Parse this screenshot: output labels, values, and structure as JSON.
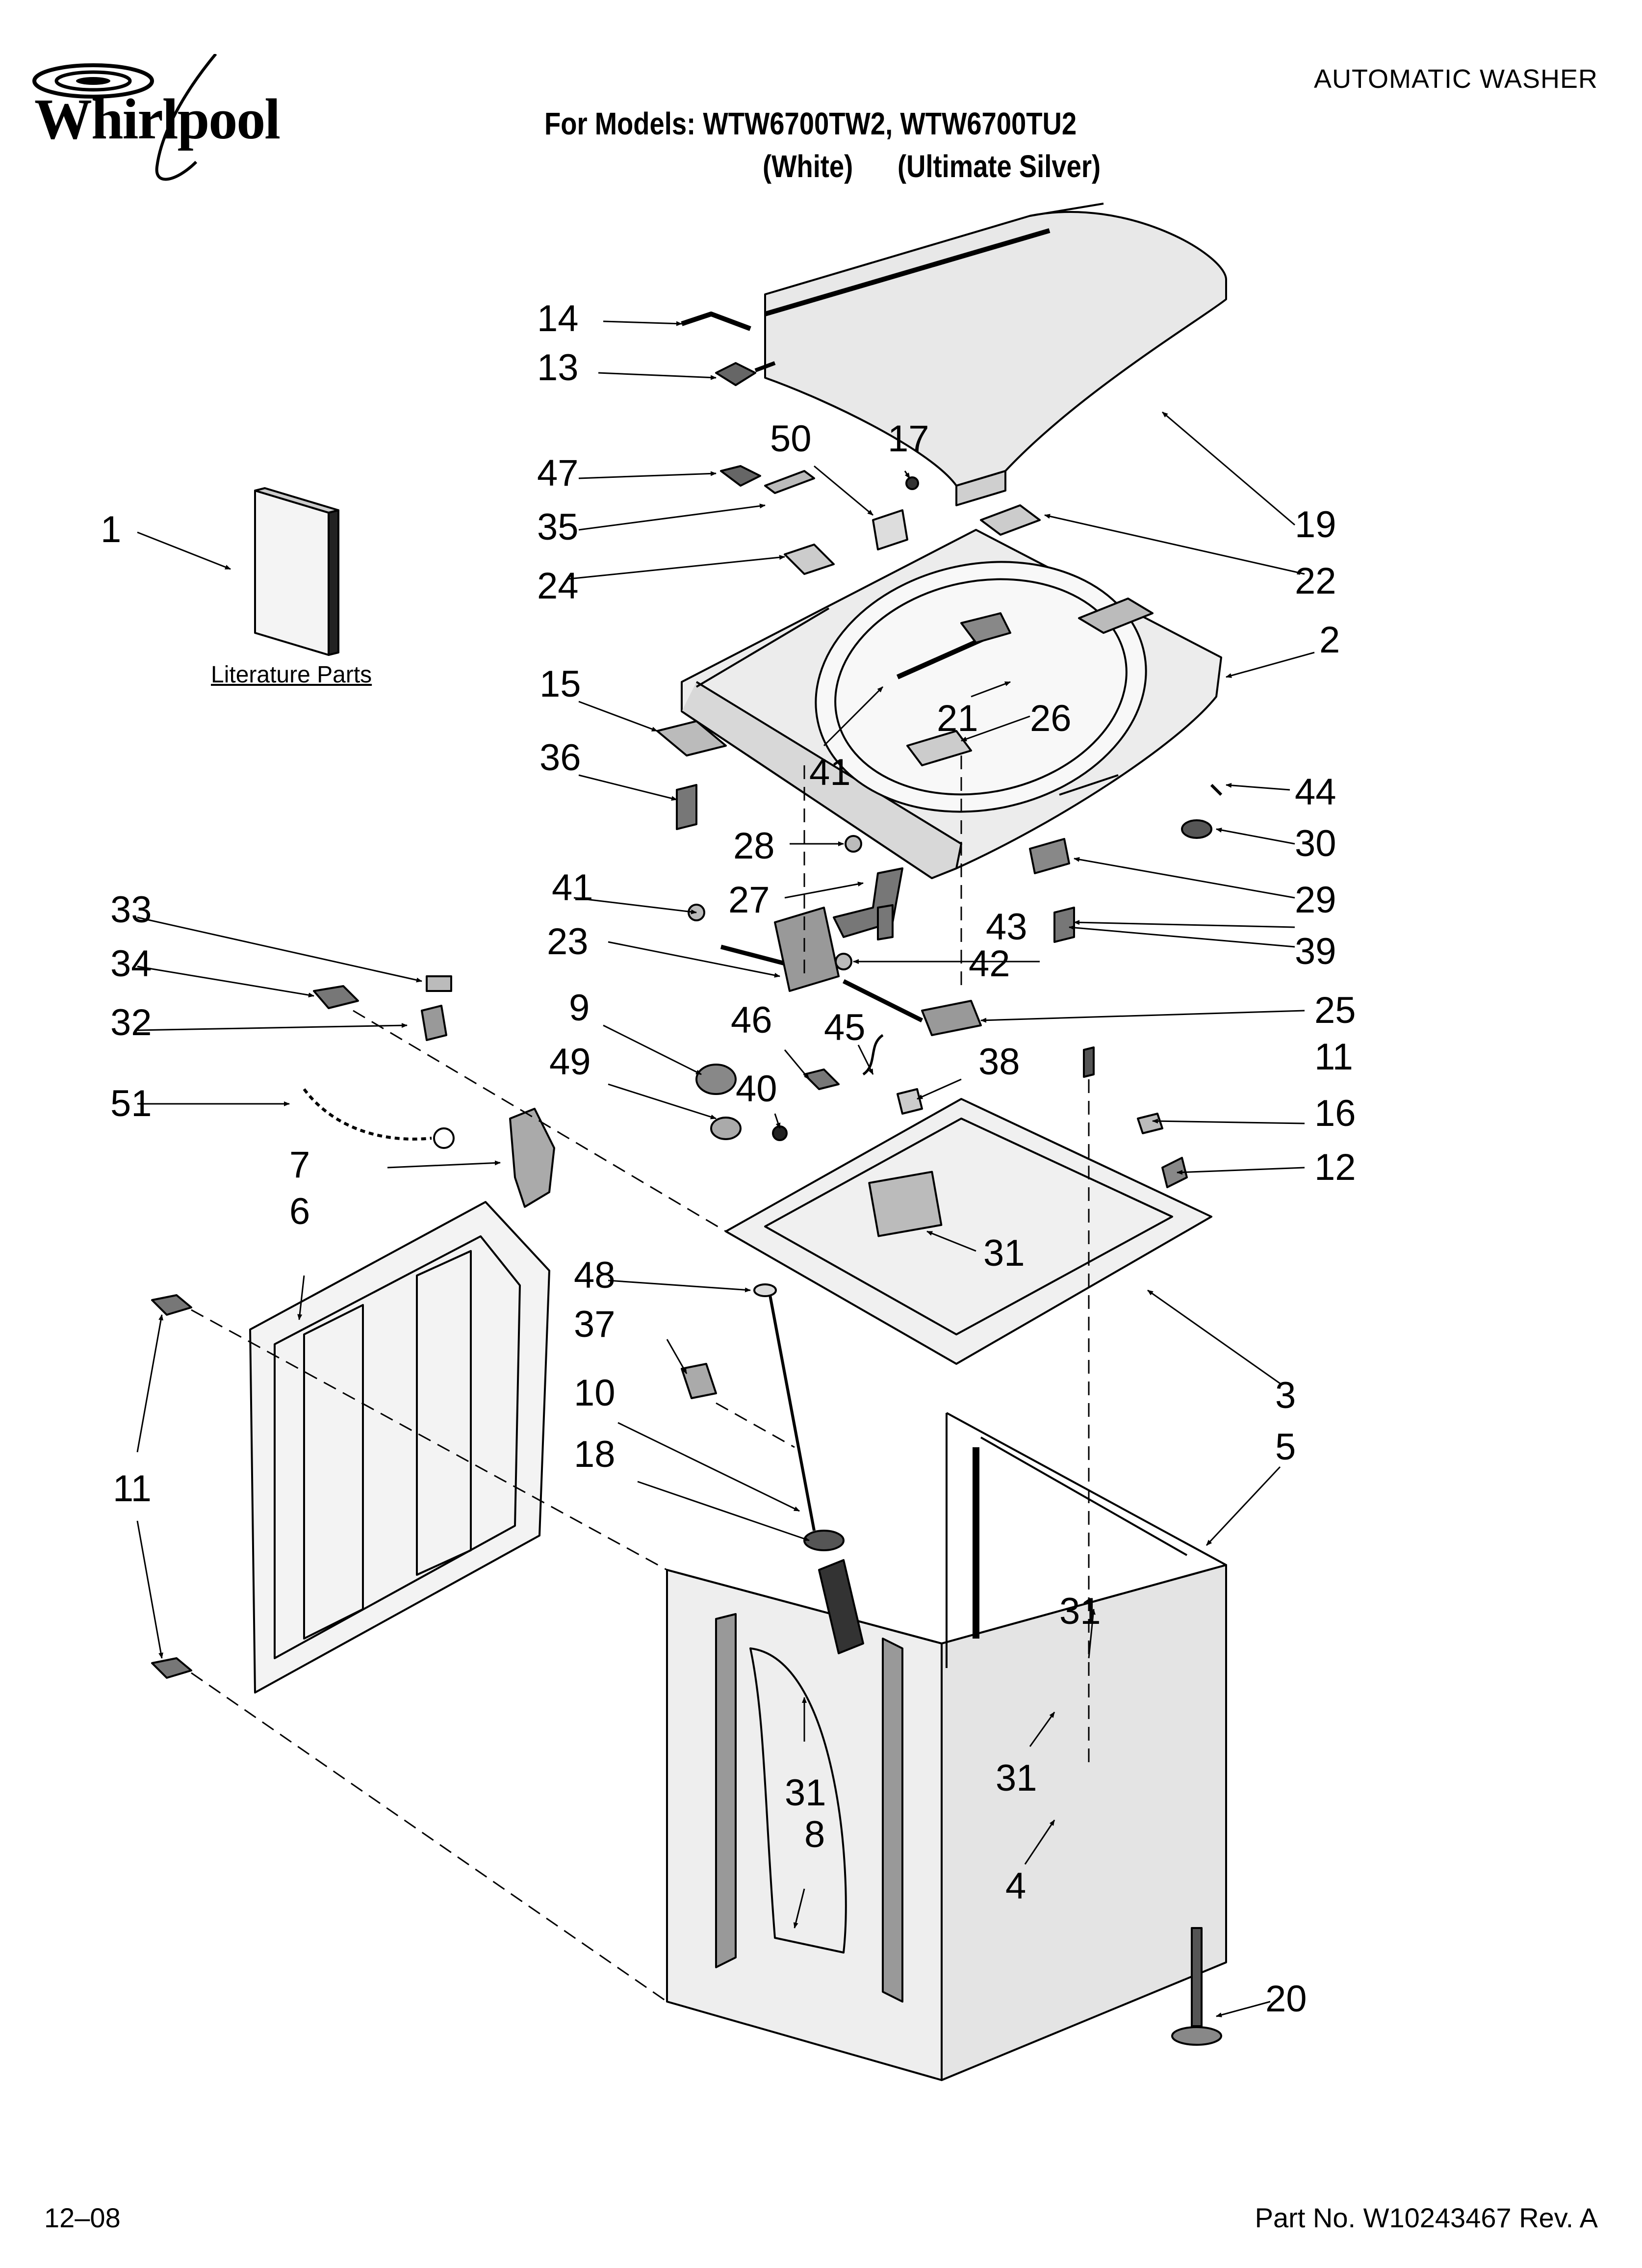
{
  "header": {
    "brand": "Whirlpool",
    "document_type": "AUTOMATIC WASHER",
    "models_line": "For Models: WTW6700TW2, WTW6700TU2",
    "variants_line": "(White)      (Ultimate Silver)"
  },
  "literature": {
    "label": "Literature Parts"
  },
  "footer": {
    "date": "12–08",
    "part_number": "Part No. W10243467 Rev. A"
  },
  "callouts": {
    "c1": "1",
    "c2": "2",
    "c3": "3",
    "c4": "4",
    "c5": "5",
    "c6": "6",
    "c7": "7",
    "c8": "8",
    "c9": "9",
    "c10": "10",
    "c11a": "11",
    "c11b": "11",
    "c12": "12",
    "c13": "13",
    "c14": "14",
    "c15": "15",
    "c16": "16",
    "c17": "17",
    "c18": "18",
    "c19": "19",
    "c20": "20",
    "c21": "21",
    "c22": "22",
    "c23": "23",
    "c24": "24",
    "c25": "25",
    "c26": "26",
    "c27": "27",
    "c28": "28",
    "c29": "29",
    "c30": "30",
    "c31a": "31",
    "c31b": "31",
    "c31c": "31",
    "c31d": "31",
    "c32": "32",
    "c33": "33",
    "c34": "34",
    "c35": "35",
    "c36": "36",
    "c37": "37",
    "c38": "38",
    "c39": "39",
    "c40": "40",
    "c41a": "41",
    "c41b": "41",
    "c42": "42",
    "c43": "43",
    "c44": "44",
    "c45": "45",
    "c46": "46",
    "c47": "47",
    "c48": "48",
    "c49": "49",
    "c50": "50",
    "c51": "51"
  }
}
